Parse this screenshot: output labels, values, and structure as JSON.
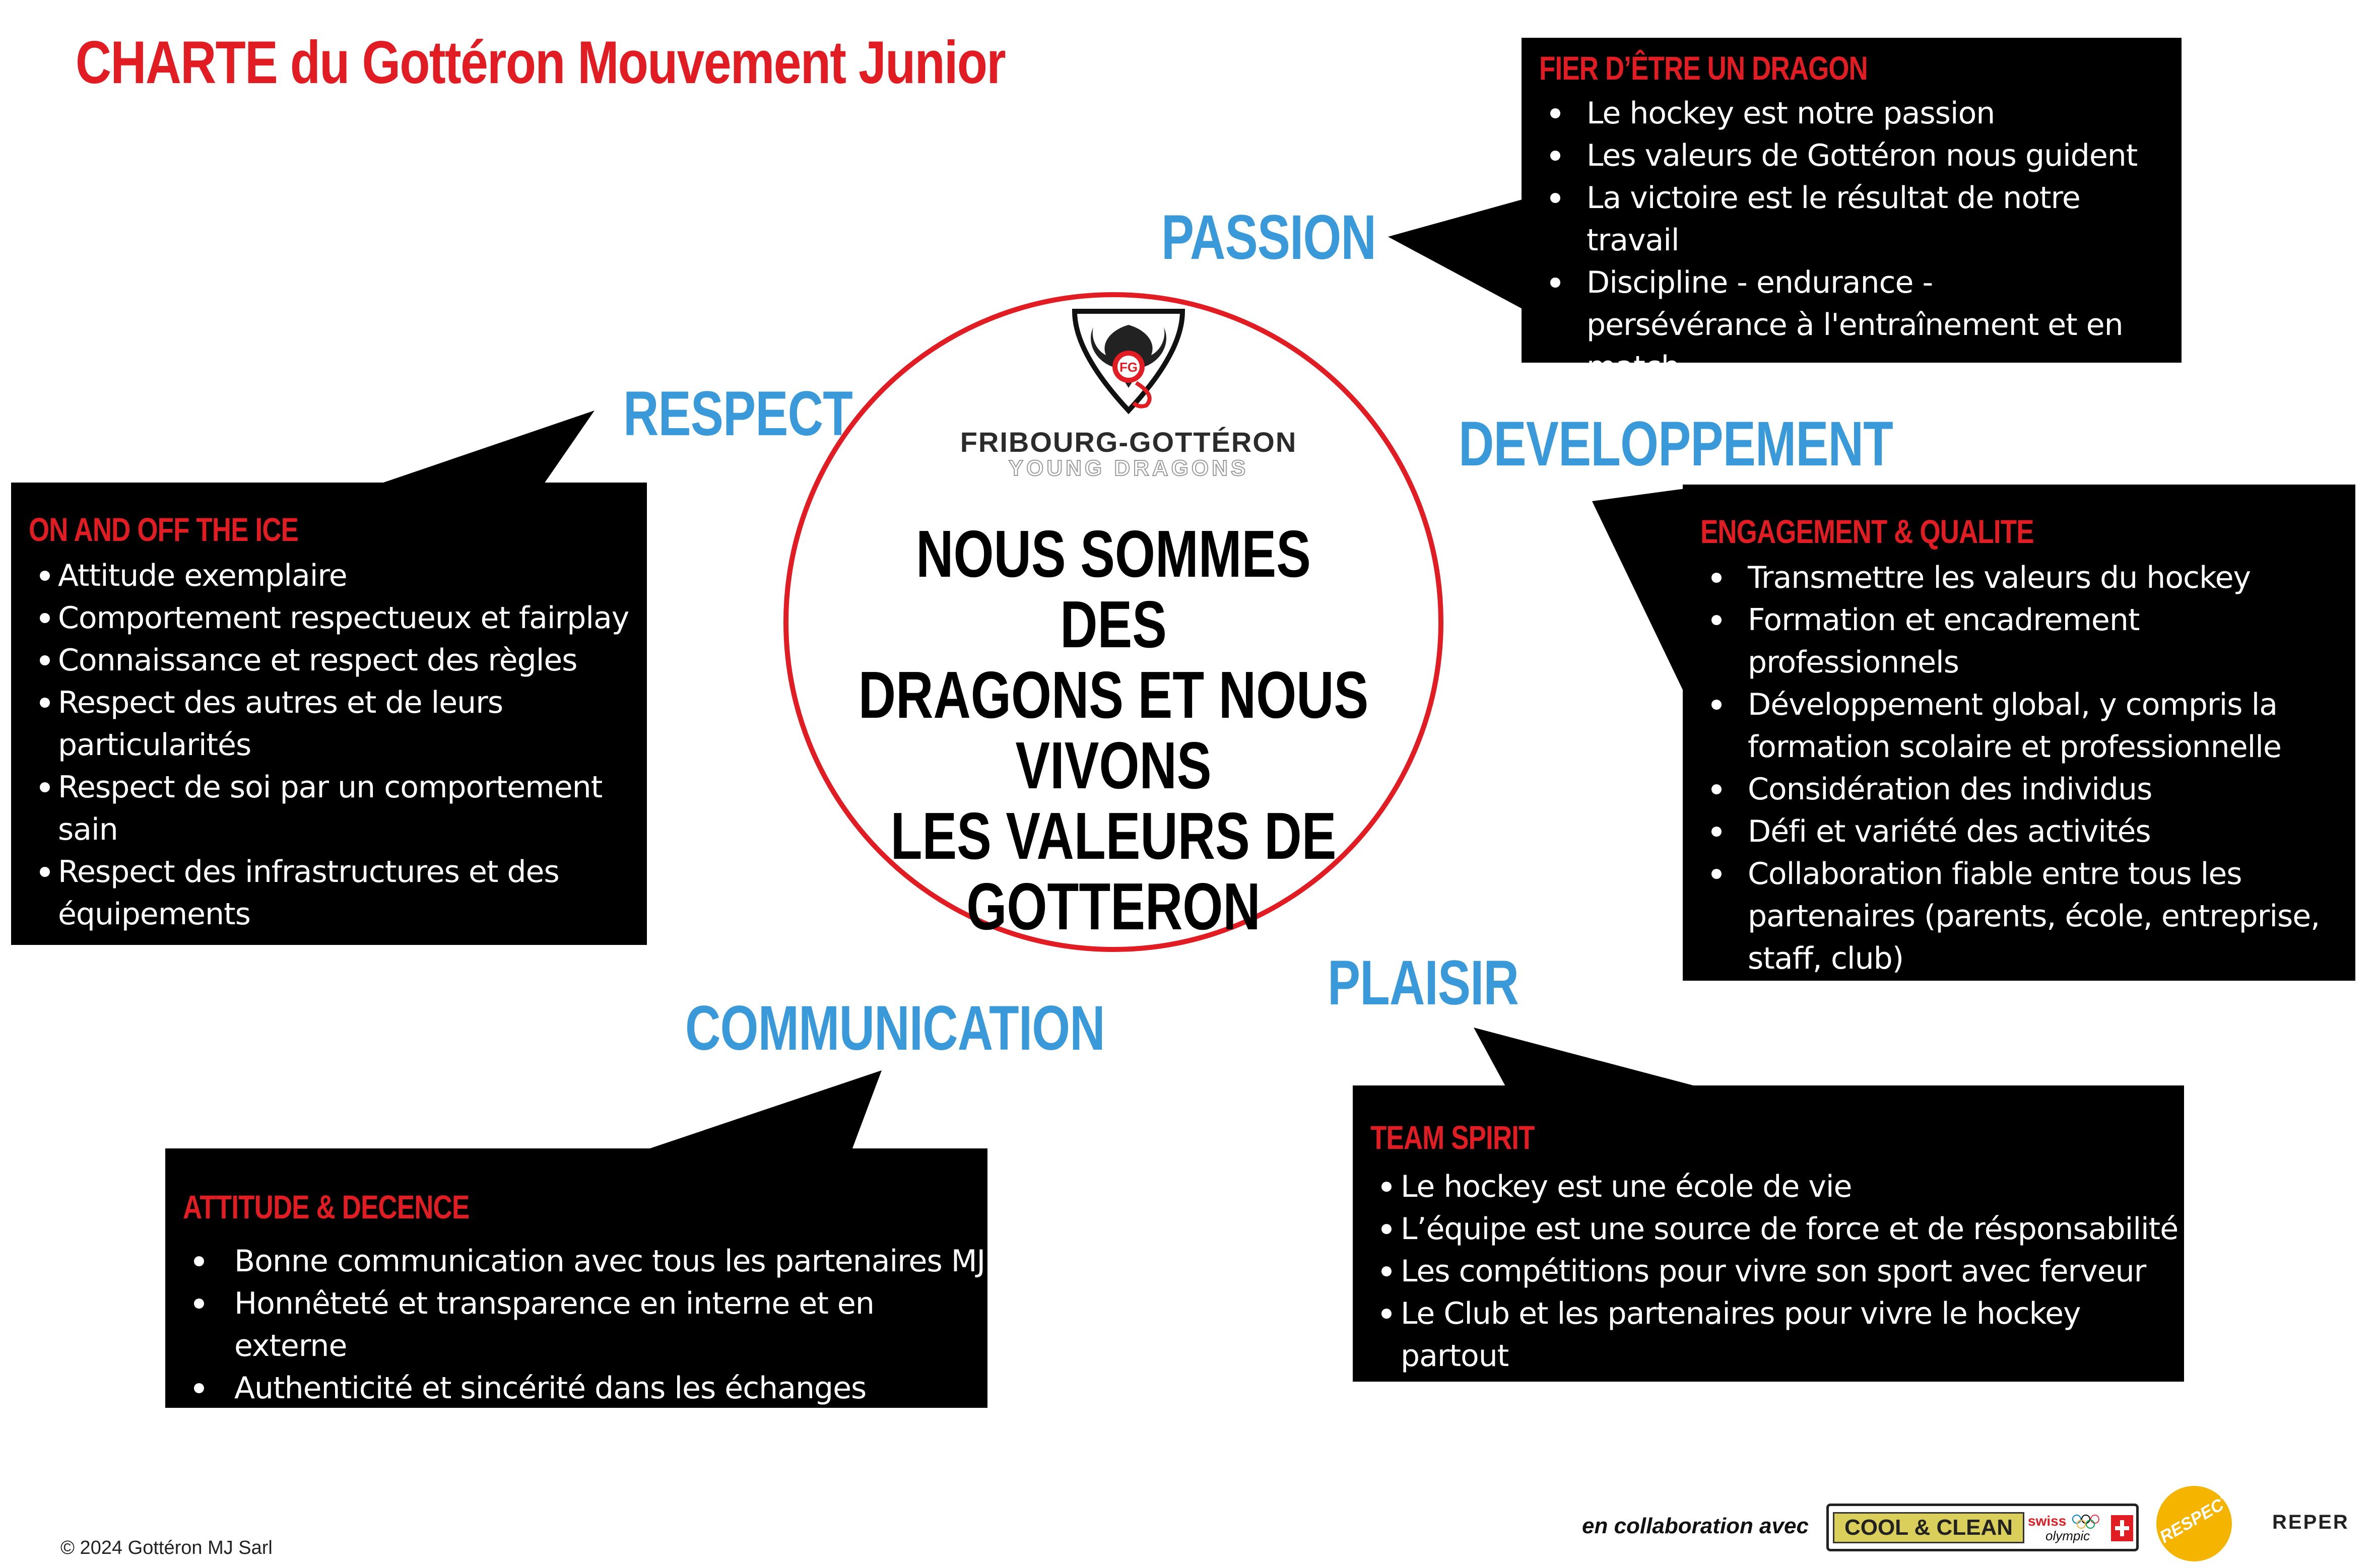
{
  "title": "CHARTE du Gottéron Mouvement Junior",
  "colors": {
    "red": "#e21c23",
    "blue": "#3a9ad9",
    "black": "#000000"
  },
  "center": {
    "logo_name": "FRIBOURG-GOTTÉRON",
    "logo_sub": "YOUNG DRAGONS",
    "logo_mark": "FG",
    "slogan_lines": [
      "NOUS SOMMES DES",
      "DRAGONS ET NOUS VIVONS",
      "LES VALEURS DE GOTTERON"
    ]
  },
  "values": {
    "passion": "PASSION",
    "respect": "RESPECT",
    "developpement": "DEVELOPPEMENT",
    "communication": "COMMUNICATION",
    "plaisir": "PLAISIR"
  },
  "boxes": {
    "passion": {
      "heading": "FIER D’ÊTRE UN DRAGON",
      "items": [
        "Le hockey est notre passion",
        "Les valeurs de Gottéron nous guident",
        "La victoire est le résultat de notre travail",
        "Discipline - endurance - persévérance à l'entraînement et en match"
      ]
    },
    "respect": {
      "heading": "ON AND OFF THE ICE",
      "items": [
        "Attitude exemplaire",
        "Comportement respectueux et fairplay",
        "Connaissance et respect des règles",
        "Respect des autres et de leurs particularités",
        "Respect de soi par un comportement sain",
        "Respect des infrastructures et des équipements"
      ]
    },
    "developpement": {
      "heading": "ENGAGEMENT & QUALITE",
      "items": [
        "Transmettre les valeurs du hockey",
        "Formation et encadrement professionnels",
        "Développement global, y compris la formation scolaire et professionnelle",
        "Considération des individus",
        "Défi et variété des activités",
        "Collaboration fiable entre tous les partenaires (parents, école, entreprise, staff, club)"
      ]
    },
    "communication": {
      "heading": "ATTITUDE & DECENCE",
      "items": [
        "Bonne communication avec tous les partenaires MJ",
        "Honnêteté et transparence en interne et en externe",
        "Authenticité et sincérité dans les échanges"
      ]
    },
    "plaisir": {
      "heading": "TEAM SPIRIT",
      "items": [
        "Le hockey est une école de vie",
        "L’équipe est une source de force et de résponsabilité",
        "Les compétitions pour vivre son sport avec ferveur",
        "Le Club et les partenaires pour vivre le hockey partout"
      ]
    }
  },
  "footer": {
    "copyright": "© 2024 Gottéron MJ Sarl",
    "collab": "en collaboration avec",
    "partners": {
      "coolclean": "COOL & CLEAN",
      "swiss": "swiss",
      "olympic": "olympic",
      "respect": "RESPECT",
      "reper": "REPER"
    }
  }
}
